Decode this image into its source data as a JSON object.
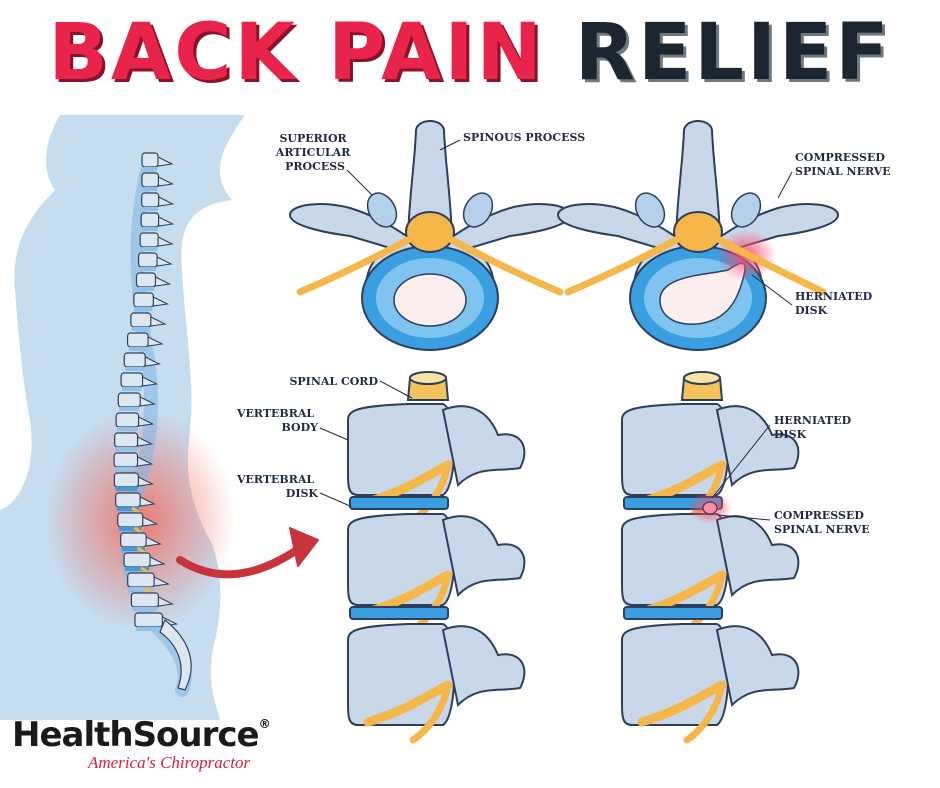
{
  "title": {
    "word1": "BACK PAIN",
    "word2": "RELIEF"
  },
  "labels": {
    "superior_articular_process": [
      "SUPERIOR",
      "ARTICULAR",
      "PROCESS"
    ],
    "spinous_process": [
      "SPINOUS PROCESS"
    ],
    "compressed_spinal_nerve_top": [
      "COMPRESSED",
      "SPINAL NERVE"
    ],
    "herniated_disk_top": [
      "HERNIATED",
      "DISK"
    ],
    "spinal_cord": [
      "SPINAL CORD"
    ],
    "vertebral_body": [
      "VERTEBRAL",
      "BODY"
    ],
    "vertebral_disk": [
      "VERTEBRAL",
      "DISK"
    ],
    "herniated_disk_side": [
      "HERNIATED",
      "DISK"
    ],
    "compressed_spinal_nerve_side": [
      "COMPRESSED",
      "SPINAL NERVE"
    ]
  },
  "logo": {
    "brand": "HealthSource",
    "registered": "®",
    "tagline": "America's Chiropractor"
  },
  "colors": {
    "title_red": "#e8244a",
    "title_dark": "#1c2630",
    "bone": "#c9d8e8",
    "bone_outline": "#2d3f5e",
    "disk_blue": "#3a9fe0",
    "nerve_orange": "#f5b74a",
    "inflammation": "#f04a5a",
    "body_silhouette": "#c6dcef"
  }
}
